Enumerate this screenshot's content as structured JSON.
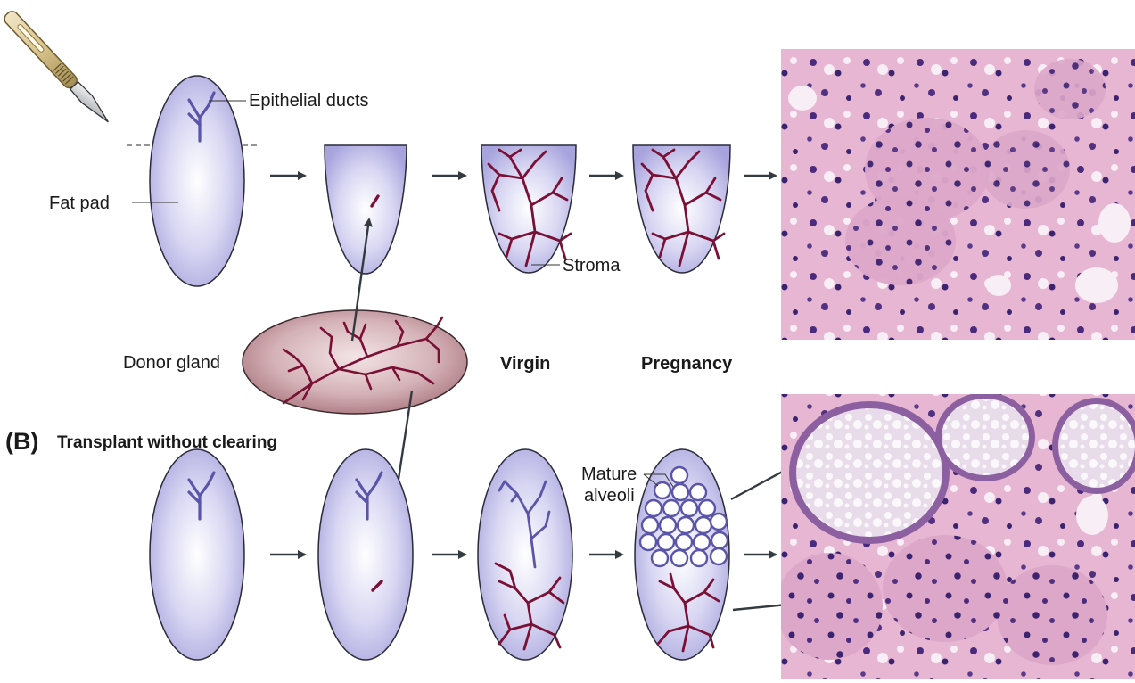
{
  "labels": {
    "epithelial_ducts": "Epithelial ducts",
    "fat_pad": "Fat pad",
    "stroma": "Stroma",
    "donor_gland": "Donor gland",
    "virgin": "Virgin",
    "pregnancy": "Pregnancy",
    "mature_alveoli_line1": "Mature",
    "mature_alveoli_line2": "alveoli"
  },
  "panel_b": {
    "letter": "(B)",
    "title": "Transplant without clearing"
  },
  "colors": {
    "fat_pad_fill": "#b9b6e6",
    "fat_pad_highlight": "#ffffff",
    "fat_pad_stroke": "#2a2a3a",
    "host_duct": "#5a55a8",
    "donor_duct": "#7a1035",
    "donor_gland_fill": "#b88890",
    "arrow": "#333a40",
    "histo_pink": "#e9b8d4",
    "histo_nucleus": "#3b2370"
  },
  "icons": {
    "scalpel": "scalpel-icon"
  }
}
